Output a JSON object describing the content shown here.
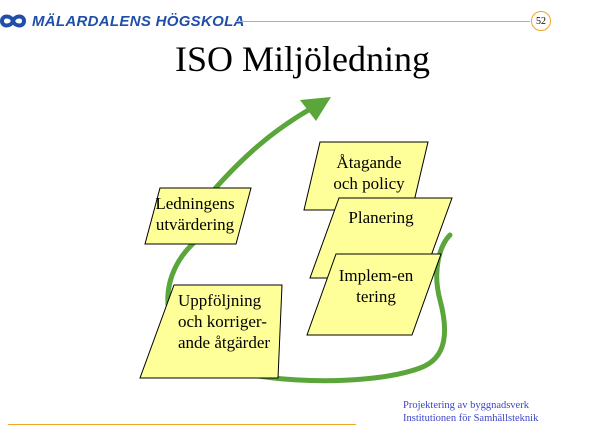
{
  "header": {
    "logo_text": "MÄLARDALENS HÖGSKOLA",
    "page_number": "52"
  },
  "slide": {
    "title": "ISO Miljöledning"
  },
  "cycle": {
    "steps": [
      {
        "label": "Åtagande och policy"
      },
      {
        "label": "Planering"
      },
      {
        "label": "Implem-entering"
      },
      {
        "label": "Uppföljning och korriger-ande åtgärder"
      },
      {
        "label": "Ledningens utvärdering"
      }
    ],
    "box_fill": "#ffff99",
    "arrow_color": "#5aa63a"
  },
  "footer": {
    "line1": "Projektering av byggnadsverk",
    "line2": "Institutionen för Samhällsteknik"
  },
  "colors": {
    "accent_orange": "#f2a623",
    "logo_blue": "#1f4fa8",
    "footer_blue": "#3c46c8"
  }
}
